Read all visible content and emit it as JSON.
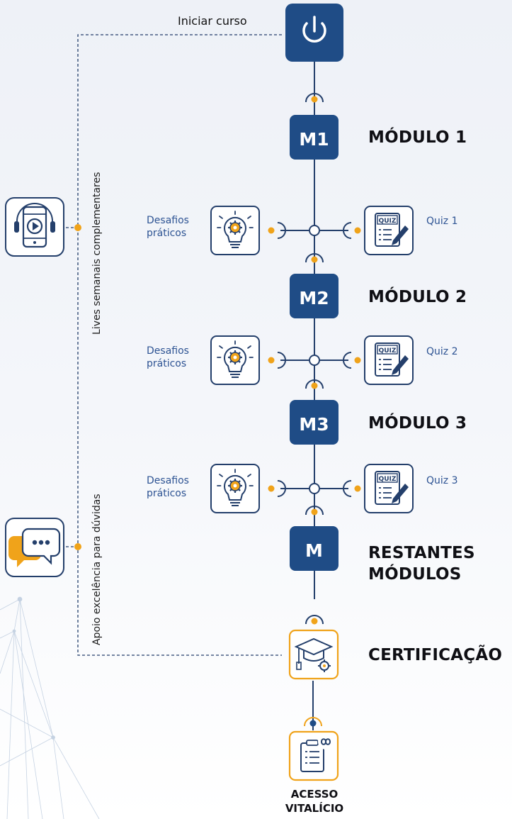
{
  "start": {
    "label": "Iniciar curso",
    "icon": "power-icon"
  },
  "modules": [
    {
      "badge": "M1",
      "title": "MÓDULO 1"
    },
    {
      "badge": "M2",
      "title": "MÓDULO 2"
    },
    {
      "badge": "M3",
      "title": "MÓDULO 3"
    },
    {
      "badge": "M",
      "title_line1": "RESTANTES",
      "title_line2": "MÓDULOS"
    }
  ],
  "activities": [
    {
      "challenge_line1": "Desafios",
      "challenge_line2": "práticos",
      "quiz": "Quiz 1"
    },
    {
      "challenge_line1": "Desafios",
      "challenge_line2": "práticos",
      "quiz": "Quiz 2"
    },
    {
      "challenge_line1": "Desafios",
      "challenge_line2": "práticos",
      "quiz": "Quiz 3"
    }
  ],
  "quiz_icon_text": "QUIZ",
  "side": {
    "lives": "Lives semanais complementares",
    "support": "Apoio excelência para dúvidas"
  },
  "certification": {
    "title": "CERTIFICAÇÃO"
  },
  "lifetime": {
    "line1": "ACESSO",
    "line2": "VITALÍCIO"
  },
  "colors": {
    "navy": "#1f4c86",
    "orange": "#f0a31a",
    "line": "#243f6b",
    "text_blue": "#2d5393"
  }
}
